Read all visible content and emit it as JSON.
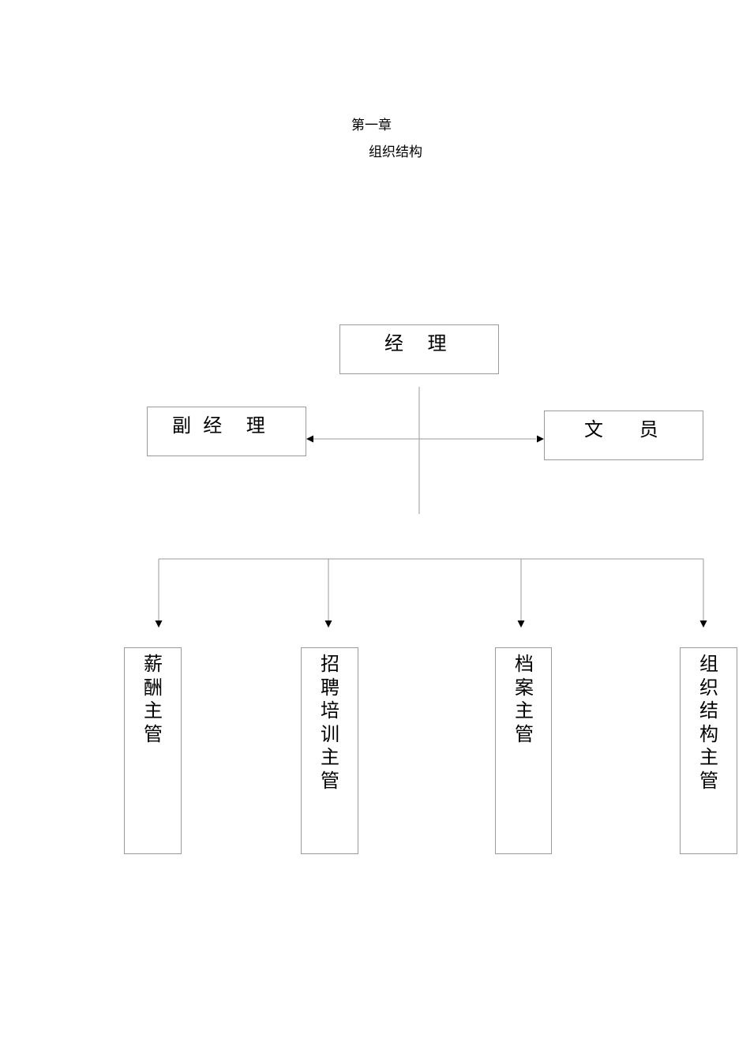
{
  "document": {
    "chapter": "第一章",
    "section_title": "组织结构"
  },
  "org_chart": {
    "manager": "经    理",
    "deputy_manager": "副  经    理",
    "clerk": "文      员",
    "supervisors": [
      {
        "label": "薪酬主管"
      },
      {
        "label": "招聘培训主管"
      },
      {
        "label": "档案主管"
      },
      {
        "label": "组织结构主管"
      }
    ]
  }
}
